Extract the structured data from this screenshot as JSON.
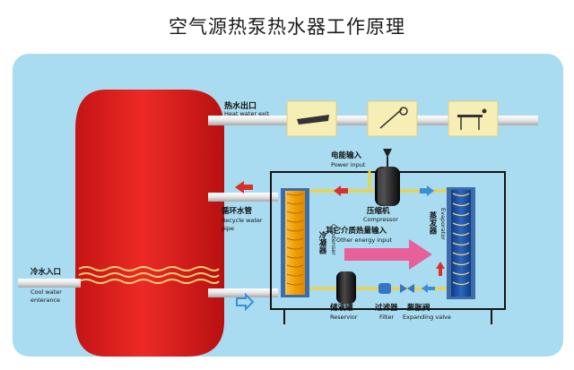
{
  "title": "空气源热泵热水器工作原理",
  "labels": {
    "hot_water_exit_cn": "热水出口",
    "hot_water_exit_en": "Heat water exit",
    "power_input_cn": "电能输入",
    "power_input_en": "Power input",
    "recycle_pipe_cn": "循环水管",
    "recycle_pipe_en1": "Recycle water",
    "recycle_pipe_en2": "pipe",
    "compressor_cn": "压缩机",
    "compressor_en": "Compressor",
    "other_energy_cn": "其它介质热量输入",
    "other_energy_en": "Other energy input",
    "condenser_cn": "冷凝器",
    "condenser_en": "Condenser",
    "evaporator_cn": "蒸发器",
    "evaporator_en": "Evaporator",
    "cool_water_cn": "冷水入口",
    "cool_water_en1": "Cool water",
    "cool_water_en2": "enterance",
    "reservoir_cn": "储液罐",
    "reservoir_en": "Reservior",
    "filter_cn": "过滤器",
    "filter_en": "Filter",
    "expanding_valve_cn": "膨胀阀",
    "expanding_valve_en": "Expanding valve"
  },
  "icons": [
    "bathtub-icon",
    "shower-icon",
    "washbasin-icon"
  ],
  "colors": {
    "panel": "#a9dcf0",
    "tank": "#e0201e",
    "condenser": "#f0a000",
    "evaporator": "#1850a8",
    "arrow_red": "#d9302c",
    "arrow_blue": "#3a8fd8",
    "energy_arrow": "#e8609a"
  }
}
